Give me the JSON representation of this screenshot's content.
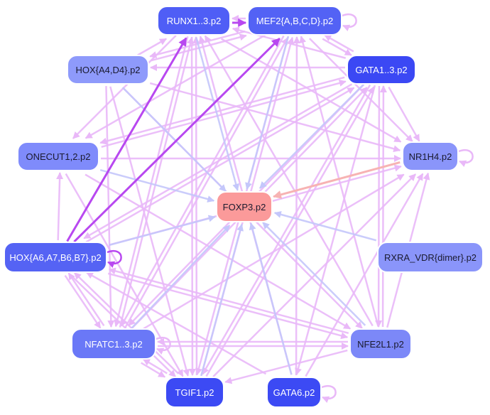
{
  "nodes": [
    {
      "id": "runx",
      "label": "RUNX1..3.p2",
      "color": "#4f5ef6"
    },
    {
      "id": "mef2",
      "label": "MEF2{A,B,C,D}.p2",
      "color": "#5362f5"
    },
    {
      "id": "hoxa4",
      "label": "HOX{A4,D4}.p2",
      "color": "#8e9afb"
    },
    {
      "id": "gata1",
      "label": "GATA1..3.p2",
      "color": "#3b48f4"
    },
    {
      "id": "onecut",
      "label": "ONECUT1,2.p2",
      "color": "#7f8bfb"
    },
    {
      "id": "nr1h4",
      "label": "NR1H4.p2",
      "color": "#8a95fa"
    },
    {
      "id": "foxp3",
      "label": "FOXP3.p2",
      "color": "#fb9a9a"
    },
    {
      "id": "hoxa6",
      "label": "HOX{A6,A7,B6,B7}.p2",
      "color": "#5563f4"
    },
    {
      "id": "rxra",
      "label": "RXRA_VDR{dimer}.p2",
      "color": "#8a95fa"
    },
    {
      "id": "nfatc",
      "label": "NFATC1..3.p2",
      "color": "#6a78f7"
    },
    {
      "id": "nfe2l1",
      "label": "NFE2L1.p2",
      "color": "#7c88f8"
    },
    {
      "id": "tgif1",
      "label": "TGIF1.p2",
      "color": "#3c4af4"
    },
    {
      "id": "gata6",
      "label": "GATA6.p2",
      "color": "#3c4af4"
    }
  ],
  "edges": [
    {
      "from": "hoxa6",
      "to": "runx",
      "style": "strong"
    },
    {
      "from": "hoxa6",
      "to": "mef2",
      "style": "strong"
    },
    {
      "from": "nr1h4",
      "to": "foxp3",
      "style": "salmon"
    },
    {
      "from": "runx",
      "to": "foxp3",
      "style": "blue"
    },
    {
      "from": "mef2",
      "to": "foxp3",
      "style": "blue"
    },
    {
      "from": "gata1",
      "to": "foxp3",
      "style": "blue"
    },
    {
      "from": "hoxa4",
      "to": "foxp3",
      "style": "blue"
    },
    {
      "from": "onecut",
      "to": "foxp3",
      "style": "blue"
    },
    {
      "from": "hoxa6",
      "to": "foxp3",
      "style": "blue"
    },
    {
      "from": "rxra",
      "to": "foxp3",
      "style": "blue"
    },
    {
      "from": "nfatc",
      "to": "foxp3",
      "style": "blue"
    },
    {
      "from": "nfe2l1",
      "to": "foxp3",
      "style": "blue"
    },
    {
      "from": "tgif1",
      "to": "foxp3",
      "style": "blue"
    },
    {
      "from": "gata6",
      "to": "foxp3",
      "style": "blue"
    },
    {
      "from": "tgif1",
      "to": "runx",
      "style": "pink"
    },
    {
      "from": "tgif1",
      "to": "mef2",
      "style": "pink"
    },
    {
      "from": "nfatc",
      "to": "runx",
      "style": "pink"
    },
    {
      "from": "nfatc",
      "to": "mef2",
      "style": "pink"
    },
    {
      "from": "gata6",
      "to": "mef2",
      "style": "pink"
    },
    {
      "from": "gata6",
      "to": "runx",
      "style": "pink"
    },
    {
      "from": "nfe2l1",
      "to": "mef2",
      "style": "pink"
    },
    {
      "from": "nfe2l1",
      "to": "runx",
      "style": "pink"
    },
    {
      "from": "hoxa4",
      "to": "runx",
      "style": "pink"
    },
    {
      "from": "hoxa4",
      "to": "mef2",
      "style": "pink"
    },
    {
      "from": "gata1",
      "to": "mef2",
      "style": "pink"
    },
    {
      "from": "gata1",
      "to": "runx",
      "style": "pink"
    },
    {
      "from": "onecut",
      "to": "nr1h4",
      "style": "pink"
    },
    {
      "from": "hoxa4",
      "to": "nr1h4",
      "style": "pink"
    },
    {
      "from": "gata1",
      "to": "nr1h4",
      "style": "pink"
    },
    {
      "from": "mef2",
      "to": "nr1h4",
      "style": "pink"
    },
    {
      "from": "runx",
      "to": "nr1h4",
      "style": "pink"
    },
    {
      "from": "hoxa6",
      "to": "nr1h4",
      "style": "pink"
    },
    {
      "from": "nfatc",
      "to": "nr1h4",
      "style": "pink"
    },
    {
      "from": "tgif1",
      "to": "nr1h4",
      "style": "pink"
    },
    {
      "from": "nfe2l1",
      "to": "nr1h4",
      "style": "pink"
    },
    {
      "from": "gata1",
      "to": "onecut",
      "style": "pink"
    },
    {
      "from": "gata1",
      "to": "hoxa6",
      "style": "pink"
    },
    {
      "from": "gata1",
      "to": "hoxa4",
      "style": "pink"
    },
    {
      "from": "mef2",
      "to": "hoxa4",
      "style": "pink"
    },
    {
      "from": "runx",
      "to": "onecut",
      "style": "pink"
    },
    {
      "from": "mef2",
      "to": "onecut",
      "style": "pink"
    },
    {
      "from": "hoxa6",
      "to": "onecut",
      "style": "pink"
    },
    {
      "from": "nfatc",
      "to": "hoxa6",
      "style": "pink"
    },
    {
      "from": "tgif1",
      "to": "hoxa6",
      "style": "pink"
    },
    {
      "from": "hoxa6",
      "to": "nfatc",
      "style": "pink"
    },
    {
      "from": "hoxa6",
      "to": "tgif1",
      "style": "pink"
    },
    {
      "from": "nfe2l1",
      "to": "hoxa6",
      "style": "pink"
    },
    {
      "from": "nfe2l1",
      "to": "nfatc",
      "style": "pink"
    },
    {
      "from": "nfe2l1",
      "to": "tgif1",
      "style": "pink"
    },
    {
      "from": "nfatc",
      "to": "tgif1",
      "style": "pink"
    },
    {
      "from": "tgif1",
      "to": "nfatc",
      "style": "pink"
    },
    {
      "from": "gata1",
      "to": "tgif1",
      "style": "pink"
    },
    {
      "from": "gata1",
      "to": "nfatc",
      "style": "pink"
    },
    {
      "from": "gata1",
      "to": "gata6",
      "style": "pink"
    },
    {
      "from": "mef2",
      "to": "tgif1",
      "style": "pink"
    },
    {
      "from": "mef2",
      "to": "nfatc",
      "style": "pink"
    },
    {
      "from": "runx",
      "to": "tgif1",
      "style": "pink"
    },
    {
      "from": "runx",
      "to": "nfatc",
      "style": "pink"
    },
    {
      "from": "hoxa4",
      "to": "tgif1",
      "style": "pink"
    },
    {
      "from": "hoxa4",
      "to": "nfatc",
      "style": "pink"
    },
    {
      "from": "onecut",
      "to": "nfe2l1",
      "style": "pink"
    },
    {
      "from": "onecut",
      "to": "tgif1",
      "style": "pink"
    },
    {
      "from": "hoxa6",
      "to": "nfe2l1",
      "style": "pink"
    },
    {
      "from": "hoxa4",
      "to": "nfe2l1",
      "style": "pink"
    },
    {
      "from": "gata6",
      "to": "nr1h4",
      "style": "pink"
    },
    {
      "from": "gata6",
      "to": "hoxa6",
      "style": "pink"
    },
    {
      "from": "tgif1",
      "to": "gata1",
      "style": "pink"
    },
    {
      "from": "nfatc",
      "to": "gata1",
      "style": "pink"
    },
    {
      "from": "hoxa6",
      "to": "gata1",
      "style": "pink"
    },
    {
      "from": "mef2",
      "to": "gata1",
      "style": "pink"
    },
    {
      "from": "runx",
      "to": "mef2",
      "style": "strong"
    },
    {
      "from": "mef2",
      "to": "runx",
      "style": "pink"
    },
    {
      "from": "nfe2l1",
      "to": "gata1",
      "style": "pink"
    },
    {
      "from": "onecut",
      "to": "gata1",
      "style": "pink"
    },
    {
      "from": "nfatc",
      "to": "nfe2l1",
      "style": "pink"
    },
    {
      "from": "gata1",
      "to": "nfe2l1",
      "style": "pink"
    }
  ],
  "self_loops": [
    "mef2",
    "hoxa6",
    "nfatc",
    "gata6",
    "nr1h4"
  ],
  "colors": {
    "edge_pink": "#e9b8f8",
    "edge_blue": "#c4c7fb",
    "edge_strong": "#b848f0",
    "edge_salmon": "#f7b3b3"
  }
}
